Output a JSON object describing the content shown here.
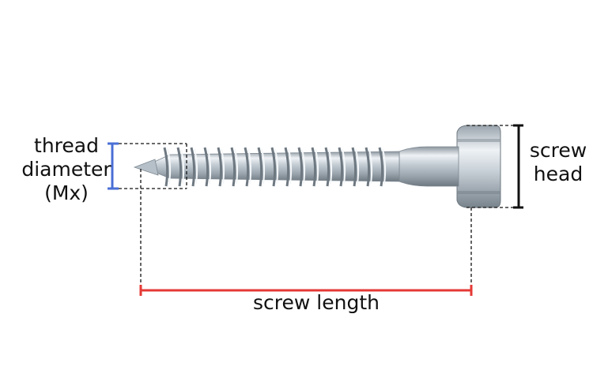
{
  "labels": {
    "thread_diameter": {
      "line1": "thread",
      "line2": "diameter",
      "line3": "(Mx)"
    },
    "screw_head": {
      "line1": "screw",
      "line2": "head"
    },
    "screw_length": "screw length"
  },
  "colors": {
    "thread_bracket": "#4a6fd6",
    "head_bracket": "#111111",
    "length_line": "#e53935",
    "dashed_guides": "#111111",
    "metal_light": "#eef2f5",
    "metal_mid": "#b6c0c8",
    "metal_dark": "#7d8891"
  }
}
